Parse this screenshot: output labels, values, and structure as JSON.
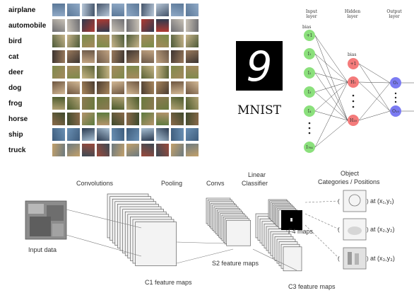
{
  "cifar": {
    "classes": [
      "airplane",
      "automobile",
      "bird",
      "cat",
      "deer",
      "dog",
      "frog",
      "horse",
      "ship",
      "truck"
    ],
    "palettes": [
      [
        "#8fa9c6",
        "#5b7898",
        "#b7c7d8",
        "#44546a"
      ],
      [
        "#b03a32",
        "#6e6e72",
        "#c9c2b6",
        "#2f3a4e"
      ],
      [
        "#7a8c4a",
        "#a58a5c",
        "#4c5a38",
        "#c7b48a"
      ],
      [
        "#9a7a5c",
        "#6b5848",
        "#c2a482",
        "#3c3430"
      ],
      [
        "#7f8a4c",
        "#a48a5e",
        "#5a6236",
        "#c8b686"
      ],
      [
        "#a8865c",
        "#6e5640",
        "#d2b894",
        "#4a3c30"
      ],
      [
        "#6a7a3e",
        "#8c7a52",
        "#4a5a2c",
        "#b2a274"
      ],
      [
        "#8a6a4a",
        "#5c7a3e",
        "#b4946c",
        "#3e4a2c"
      ],
      [
        "#6a90b4",
        "#3e5c7c",
        "#a8c0d4",
        "#2a3a50"
      ],
      [
        "#9a4a3c",
        "#6c7a80",
        "#c2a06a",
        "#3c4a54"
      ]
    ]
  },
  "mnist": {
    "digit": "9",
    "label": "MNIST"
  },
  "mlp": {
    "input_layer": [
      "Input",
      "layer"
    ],
    "hidden_layer": [
      "Hidden",
      "layer"
    ],
    "output_layer": [
      "Output",
      "layer"
    ],
    "bias": "bias",
    "bias_node": "+1",
    "inputs": [
      "I₁",
      "I₂",
      "I₃",
      "I₄",
      "I₇₈₄"
    ],
    "hidden": [
      "H₁",
      "H₂₀"
    ],
    "outputs": [
      "O₁",
      "O₁₀"
    ],
    "colors": {
      "input": "#8be07c",
      "hidden": "#f47b7b",
      "output": "#7b7bf2"
    }
  },
  "cnn": {
    "labels": {
      "convolutions": "Convolutions",
      "pooling": "Pooling",
      "convs": "Convs",
      "linear": "Linear",
      "classifier": "Classifier",
      "object_line1": "Object",
      "object_line2": "Categories / Positions",
      "input_data": "Input data",
      "c1": "C1 feature maps",
      "s2": "S2 feature maps",
      "c3": "C3 feature maps",
      "f4": "F4 maps"
    },
    "positions": [
      "at (x₁,y₁)",
      "at (x₂,y₂)",
      "at (x₃,y₃)"
    ]
  }
}
